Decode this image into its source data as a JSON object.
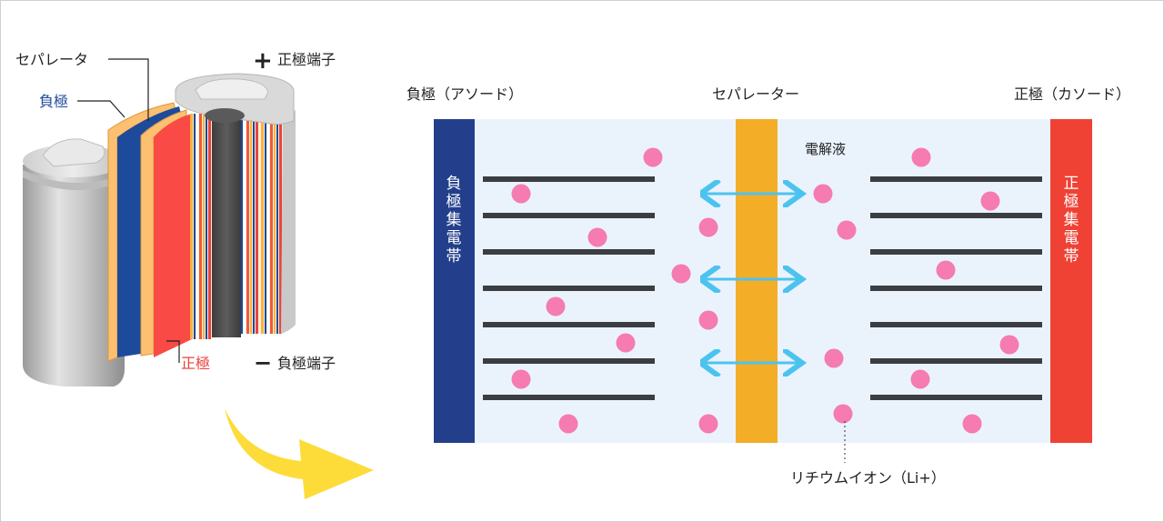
{
  "battery": {
    "labels": {
      "separator": "セパレータ",
      "anode": "負極",
      "cathode": "正極",
      "positive_terminal": "正極端子",
      "negative_terminal": "負極端子",
      "plus_sign": "+",
      "minus_sign": "−"
    }
  },
  "cell": {
    "headings": {
      "anode": "負極（アソード）",
      "separator": "セパレーター",
      "cathode": "正極（カソード）"
    },
    "anode_collector": "負極集電帯",
    "cathode_collector": "正極集電帯",
    "electrolyte": "電解液",
    "ion_label": "リチウムイオン（Li+）",
    "arrow_count": 3,
    "colors": {
      "anode_collector": "#233f8c",
      "cathode_collector": "#ef4134",
      "separator": "#f4ad27",
      "electrolyte": "#eaf3fc",
      "ion": "#f57bb0",
      "arrow": "#4cc3ef",
      "electrode_line": "#3a3d42"
    }
  },
  "colors": {
    "battery_anode": "#1e4a9c",
    "battery_cathode": "#fa4a45",
    "battery_separator": "#fdc070",
    "curve_arrow": "#fddc3a",
    "label_anode": "#1e4a9c",
    "label_cathode": "#e8413a"
  }
}
